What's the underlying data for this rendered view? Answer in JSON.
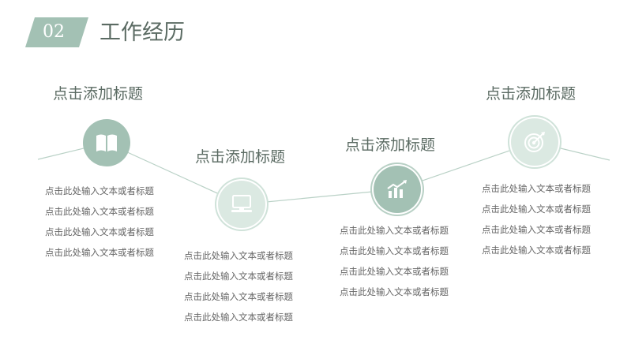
{
  "header": {
    "section_number": "02",
    "title": "工作经历"
  },
  "colors": {
    "accent_dark": "#a3c1b4",
    "accent_light": "#dbe9e2",
    "line": "#b9d1c6",
    "title_text": "#5b6b63",
    "body_text": "#666666"
  },
  "items": [
    {
      "title": "点击添加标题",
      "icon": "book-icon",
      "lines": [
        "点击此处输入文本或者标题",
        "点击此处输入文本或者标题",
        "点击此处输入文本或者标题",
        "点击此处输入文本或者标题"
      ]
    },
    {
      "title": "点击添加标题",
      "icon": "computer-icon",
      "lines": [
        "点击此处输入文本或者标题",
        "点击此处输入文本或者标题",
        "点击此处输入文本或者标题",
        "点击此处输入文本或者标题"
      ]
    },
    {
      "title": "点击添加标题",
      "icon": "growth-chart-icon",
      "lines": [
        "点击此处输入文本或者标题",
        "点击此处输入文本或者标题",
        "点击此处输入文本或者标题",
        "点击此处输入文本或者标题"
      ]
    },
    {
      "title": "点击添加标题",
      "icon": "target-icon",
      "lines": [
        "点击此处输入文本或者标题",
        "点击此处输入文本或者标题",
        "点击此处输入文本或者标题",
        "点击此处输入文本或者标题"
      ]
    }
  ]
}
